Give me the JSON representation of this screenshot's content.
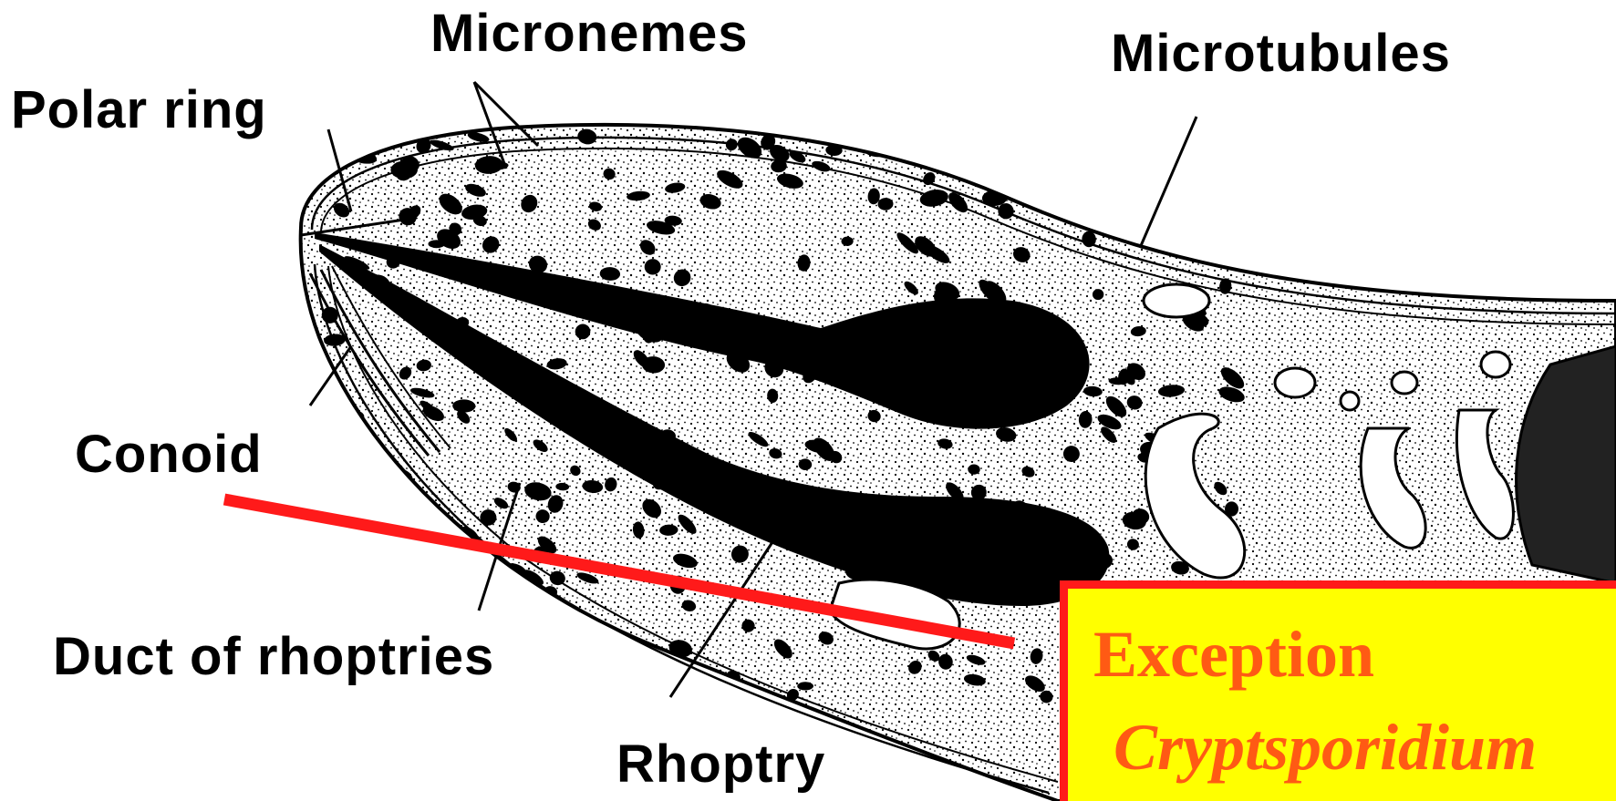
{
  "labels": {
    "micronemes": "Micronemes",
    "microtubules": "Microtubules",
    "polar_ring": "Polar ring",
    "conoid": "Conoid",
    "duct_of_rhoptries": "Duct of rhoptries",
    "rhoptry": "Rhoptry"
  },
  "callout": {
    "title": "Exception",
    "organism": "Cryptsporidium"
  },
  "colors": {
    "background": "#ffffff",
    "ink": "#000000",
    "pointer_line": "#ff1a1a",
    "callout_fill": "#ffff00",
    "callout_border": "#ff1a1a",
    "callout_text": "#ff5a14"
  }
}
